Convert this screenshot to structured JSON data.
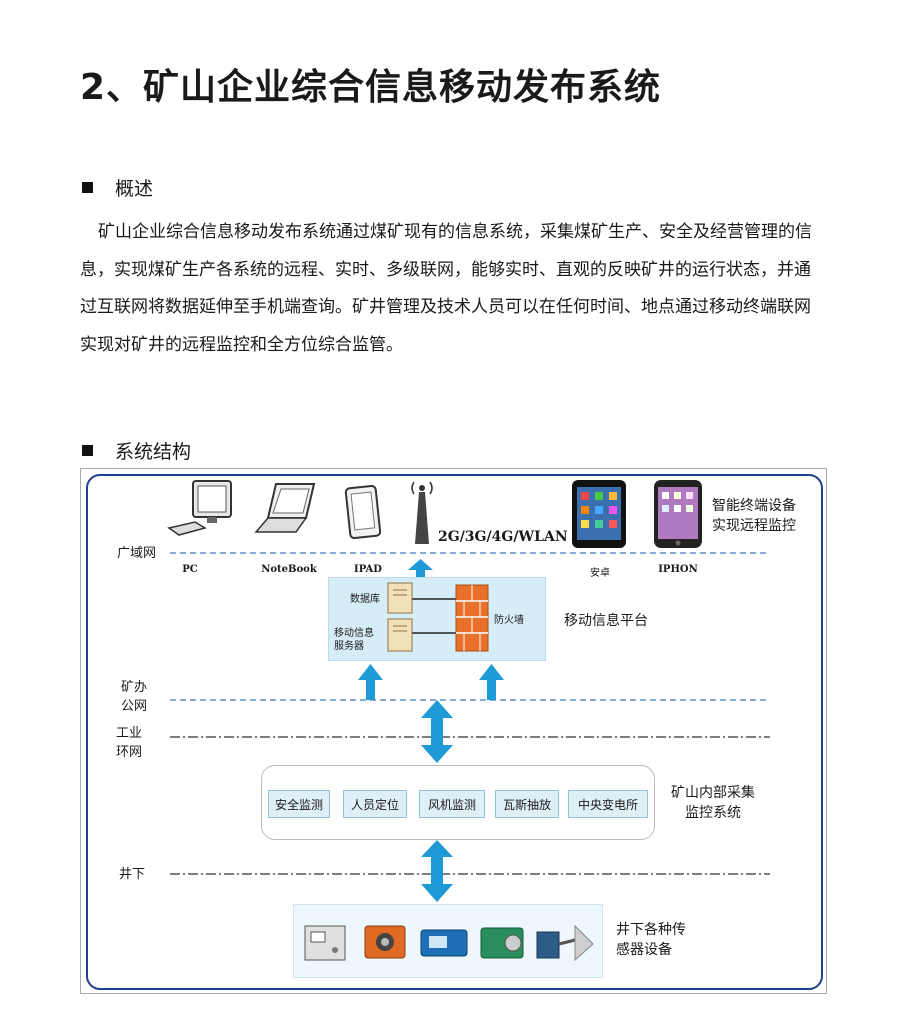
{
  "title": "2、矿山企业综合信息移动发布系统",
  "overview": {
    "heading": "概述",
    "paragraph": "矿山企业综合信息移动发布系统通过煤矿现有的信息系统，采集煤矿生产、安全及经营管理的信息，实现煤矿生产各系统的远程、实时、多级联网，能够实时、直观的反映矿井的运行状态，并通过互联网将数据延伸至手机端查询。矿井管理及技术人员可以在任何时间、地点通过移动终端联网实现对矿井的远程监控和全方位综合监管。"
  },
  "structure": {
    "heading": "系统结构",
    "diagram": {
      "devices": [
        "PC",
        "NoteBook",
        "IPAD",
        "安卓",
        "IPHON"
      ],
      "wireless_label": "2G/3G/4G/WLAN",
      "terminal_label_line1": "智能终端设备",
      "terminal_label_line2": "实现远程监控",
      "network_wan": "广域网",
      "network_office_line1": "矿办",
      "network_office_line2": "公网",
      "network_industrial_line1": "工业",
      "network_industrial_line2": "环网",
      "network_underground": "井下",
      "platform": {
        "database": "数据库",
        "server_line1": "移动信息",
        "server_line2": "服务器",
        "firewall": "防火墙",
        "label": "移动信息平台"
      },
      "collection": {
        "systems": [
          "安全监测",
          "人员定位",
          "风机监测",
          "瓦斯抽放",
          "中央变电所"
        ],
        "label_line1": "矿山内部采集",
        "label_line2": "监控系统"
      },
      "sensors_label_line1": "井下各种传",
      "sensors_label_line2": "感器设备",
      "colors": {
        "frame": "#1f3f8f",
        "arrow": "#1e9ad6",
        "dash_wan": "#3a7bbf",
        "firewall": "#e8702a",
        "platform_bg": "#d6edf7"
      }
    }
  }
}
